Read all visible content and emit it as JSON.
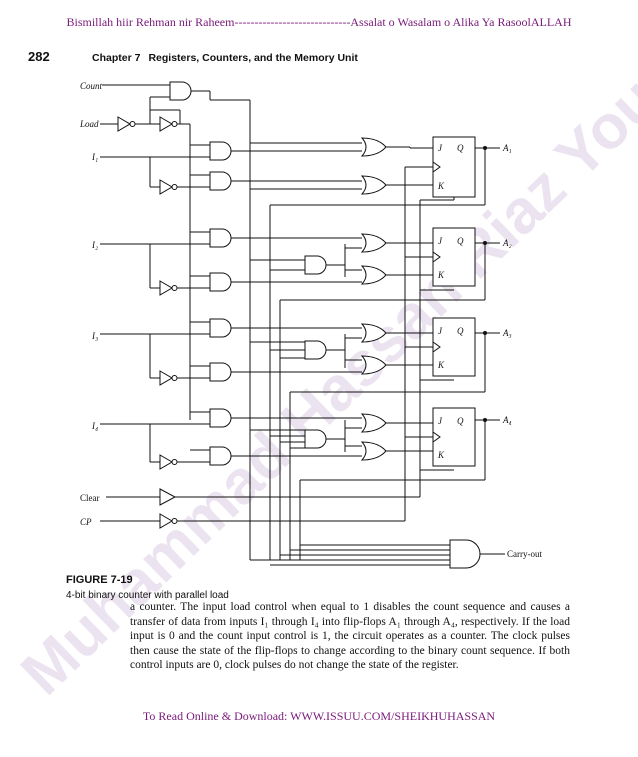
{
  "header_text": "Bismillah hiir Rehman nir Raheem-----------------------------Assalat o Wasalam o Alika Ya RasoolALLAH",
  "page_number": "282",
  "chapter": {
    "label": "Chapter 7",
    "title": "Registers, Counters, and the Memory Unit"
  },
  "inputs": {
    "count": "Count",
    "load": "Load",
    "i1": "I₁",
    "i2": "I₂",
    "i3": "I₃",
    "i4": "I₄",
    "clear": "Clear",
    "cp": "CP"
  },
  "flipflop_labels": {
    "j": "J",
    "k": "K",
    "q": "Q"
  },
  "outputs": {
    "a1": "A₁",
    "a2": "A₂",
    "a3": "A₃",
    "a4": "A₄",
    "carry": "Carry-out"
  },
  "figure": {
    "label": "FIGURE 7-19",
    "caption": "4-bit binary counter with parallel load"
  },
  "body_text": "a counter. The input load control when equal to 1 disables the count sequence and causes a transfer of data from inputs I₁ through I₄ into flip-flops A₁ through A₄, respectively. If the load input is 0 and the count input control is 1, the circuit operates as a counter. The clock pulses then cause the state of the flip-flops to change according to the binary count sequence. If both control inputs are 0, clock pulses do not change the state of the register.",
  "footer_text": "To Read Online & Download:  WWW.ISSUU.COM/SHEIKHUHASSAN",
  "watermark": "Muhammad Hassan Riaz Yousufi"
}
